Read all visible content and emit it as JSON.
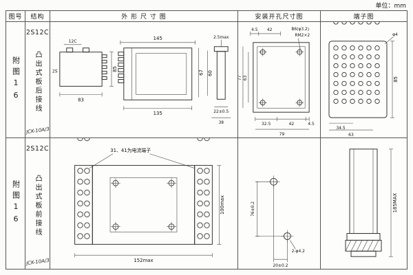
{
  "unit_label": "单位：mm",
  "header": {
    "fig": "图号",
    "struct": "结构",
    "outline": "外 形 尺 寸 图",
    "mount": "安装开孔尺寸图",
    "terminal": "端子图"
  },
  "rows": [
    {
      "fig": "附图16",
      "model": "2S12C",
      "desc": "凸出式板后接线",
      "code": "JCK-10A/3",
      "outline": {
        "top_label": "12C",
        "side_label": "2S",
        "h": "85",
        "w": "83",
        "len_total": "145",
        "len_body": "135",
        "h1": "67",
        "h2": "60",
        "t_max": "2.5max",
        "d22": "22±0.5",
        "d38": "38"
      },
      "mount": {
        "d45a": "4.5",
        "d42a": "42",
        "b6": "B6(φ3.2)",
        "rm": "RM2×2",
        "d77": "77",
        "d63": "63",
        "d325": "32.5",
        "d42b": "42",
        "d45b": "4.5",
        "d79": "79"
      },
      "terminal": {
        "phi": "φ4",
        "h": "85",
        "d345": "34.5",
        "d63": "63"
      }
    },
    {
      "fig": "附图16",
      "model": "2S12C",
      "desc": "凸出式板前接线",
      "code": "JCK-10A/3",
      "outline": {
        "note": "31、41为电流端子",
        "w": "152max",
        "h": "100max"
      },
      "mount": {
        "dv": "76±0.2",
        "holes": "2-φ4.2",
        "dh": "20±0.2"
      },
      "terminal": {
        "h": "185MAX"
      }
    }
  ]
}
